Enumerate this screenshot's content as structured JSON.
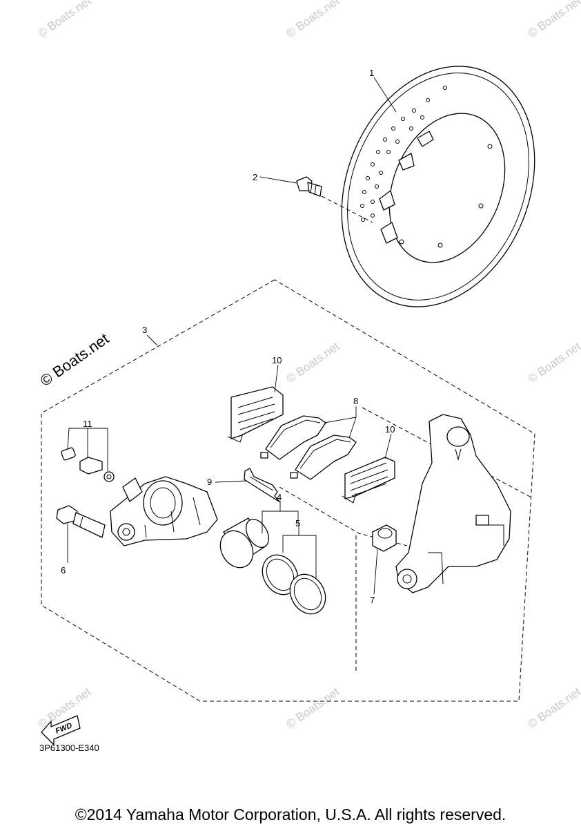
{
  "watermark": {
    "small_text": "© Boats.net",
    "main_text": "© Boats.net"
  },
  "callouts": {
    "c1": "1",
    "c2": "2",
    "c3": "3",
    "c4": "4",
    "c5": "5",
    "c6": "6",
    "c7": "7",
    "c8": "8",
    "c9": "9",
    "c10a": "10",
    "c10b": "10",
    "c11": "11"
  },
  "fwd_label": "FWD",
  "part_code": "3P61300-E340",
  "copyright": "©2014 Yamaha Motor Corporation, U.S.A. All rights reserved."
}
